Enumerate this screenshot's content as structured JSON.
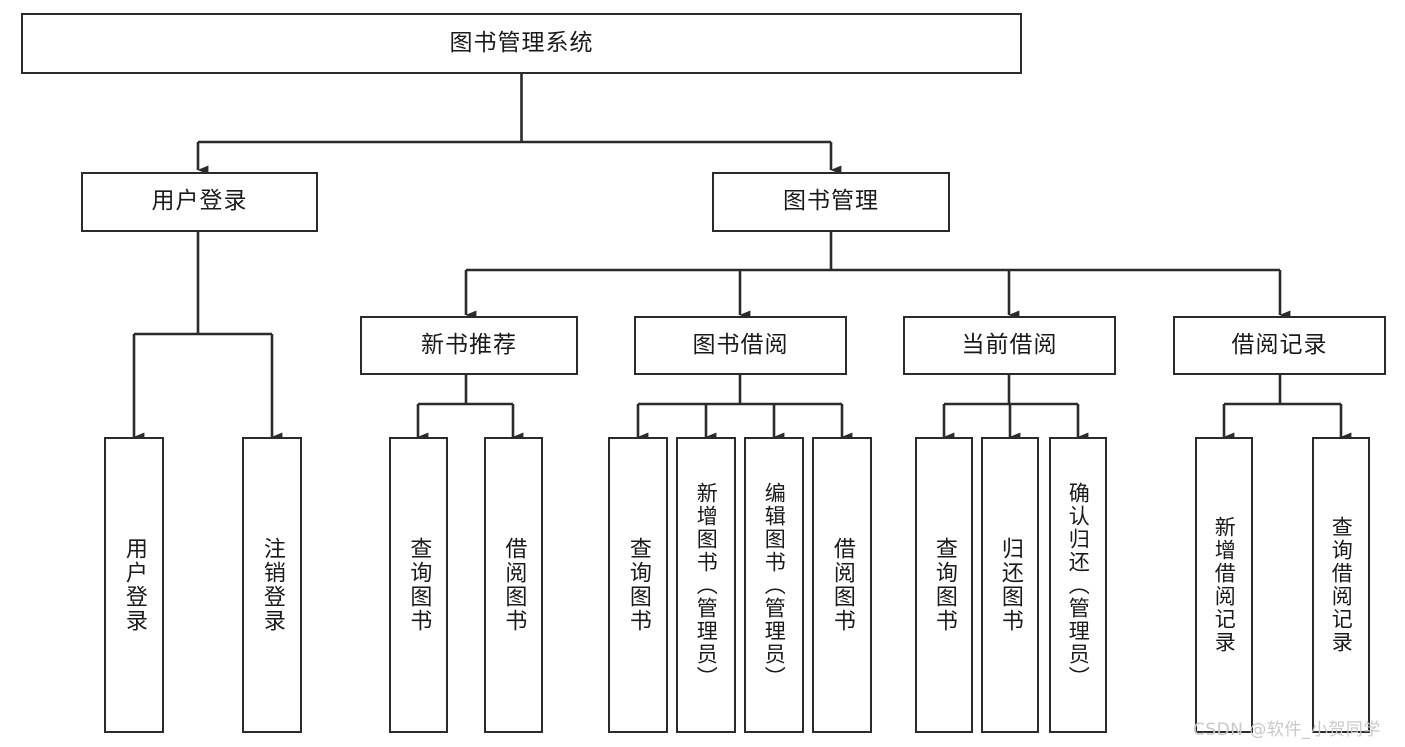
{
  "diagram": {
    "type": "tree-hierarchy-chart",
    "title": "图书管理系统",
    "stroke_color": "#2b2b2b",
    "fill_color": "#ffffff",
    "text_color": "#1a1a1a",
    "root": {
      "id": "root",
      "label": "图书管理系统"
    },
    "level2": [
      {
        "id": "user-login",
        "label": "用户登录"
      },
      {
        "id": "book-manage",
        "label": "图书管理"
      }
    ],
    "level3": [
      {
        "id": "new-book-recommend",
        "label": "新书推荐"
      },
      {
        "id": "book-borrow",
        "label": "图书借阅"
      },
      {
        "id": "current-borrow",
        "label": "当前借阅"
      },
      {
        "id": "borrow-record",
        "label": "借阅记录"
      }
    ],
    "leaves": {
      "user_login": [
        {
          "id": "leaf-user-login",
          "label": "用户登录"
        },
        {
          "id": "leaf-logout-login",
          "label": "注销登录"
        }
      ],
      "new_book_recommend": [
        {
          "id": "leaf-query-book-1",
          "label": "查询图书"
        },
        {
          "id": "leaf-borrow-book-1",
          "label": "借阅图书"
        }
      ],
      "book_borrow": [
        {
          "id": "leaf-query-book-2",
          "label": "查询图书"
        },
        {
          "id": "leaf-add-book",
          "label": "新增图书（管理员）"
        },
        {
          "id": "leaf-edit-book",
          "label": "编辑图书（管理员）"
        },
        {
          "id": "leaf-borrow-book-2",
          "label": "借阅图书"
        }
      ],
      "current_borrow": [
        {
          "id": "leaf-query-book-3",
          "label": "查询图书"
        },
        {
          "id": "leaf-return-book",
          "label": "归还图书"
        },
        {
          "id": "leaf-confirm-return",
          "label": "确认归还（管理员）"
        }
      ],
      "borrow_record": [
        {
          "id": "leaf-add-record",
          "label": "新增借阅记录"
        },
        {
          "id": "leaf-query-record",
          "label": "查询借阅记录"
        }
      ]
    }
  },
  "watermark": {
    "text": "CSDN @软件_小贺同学"
  }
}
